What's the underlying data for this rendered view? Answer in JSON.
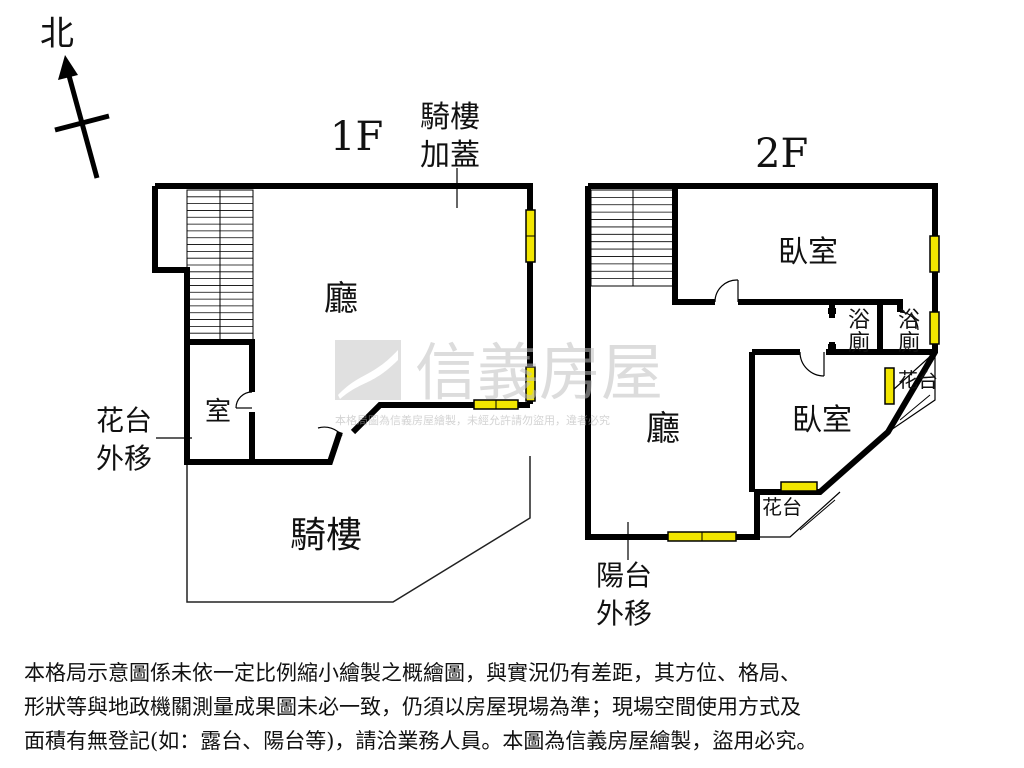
{
  "compass": {
    "label": "北"
  },
  "floor1": {
    "title": "1F",
    "arcade_addition": [
      "騎樓",
      "加蓋"
    ],
    "living_room": "廳",
    "room": "室",
    "planter_moved": [
      "花台",
      "外移"
    ],
    "arcade": "騎樓"
  },
  "floor2": {
    "title": "2F",
    "bedroom_top": "臥室",
    "bathroom_1": [
      "浴",
      "廁"
    ],
    "bathroom_2": [
      "浴",
      "廁"
    ],
    "planter_right": "花台",
    "living_room": "廳",
    "bedroom_lower": "臥室",
    "planter_bottom": "花台",
    "balcony_moved": [
      "陽台",
      "外移"
    ]
  },
  "watermark": {
    "brand": "信義房屋",
    "notice": "本格局圖為信義房屋繪製，未經允許請勿盜用，違者必究"
  },
  "colors": {
    "wall": "#000000",
    "window": "#f2e600",
    "watermark": "#c8c8c8"
  },
  "disclaimer": [
    "本格局示意圖係未依一定比例縮小繪製之概繪圖，與實況仍有差距，其方位、格局、",
    "形狀等與地政機關測量成果圖未必一致，仍須以房屋現場為準；現場空間使用方式及",
    "面積有無登記(如：露台、陽台等)，請洽業務人員。本圖為信義房屋繪製，盜用必究。"
  ]
}
